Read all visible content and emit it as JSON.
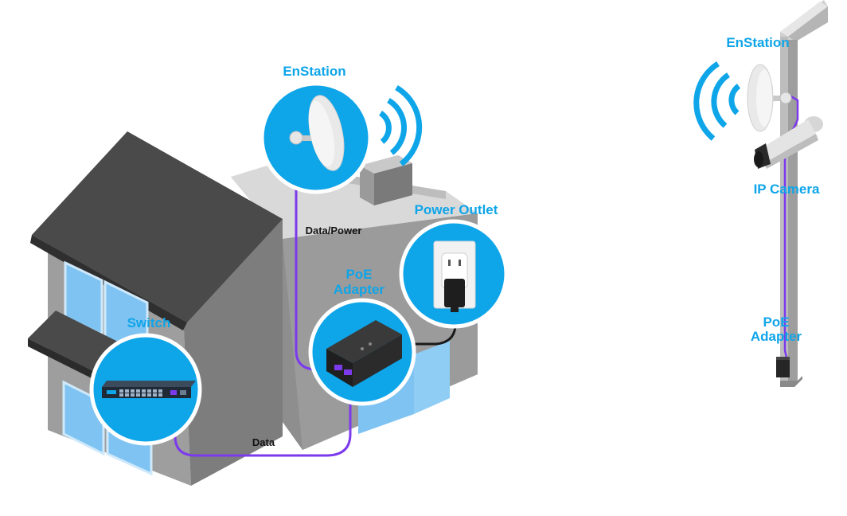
{
  "labels": {
    "enstation_house": "EnStation",
    "enstation_pole": "EnStation",
    "power_outlet": "Power Outlet",
    "poe_adapter_house_line1": "PoE",
    "poe_adapter_house_line2": "Adapter",
    "switch": "Switch",
    "ip_camera": "IP Camera",
    "poe_adapter_pole_line1": "PoE",
    "poe_adapter_pole_line2": "Adapter",
    "data_power": "Data/Power",
    "data": "Data"
  },
  "colors": {
    "accent": "#0ea5e9",
    "circle_fill": "#0ea5e9",
    "cable": "#7c3aed",
    "roof": "#4a4a4a",
    "wall": "#9a9a9a",
    "window": "#7fc3f2"
  },
  "icons": [
    "wifi-signal-icon",
    "dish-antenna-icon",
    "power-plug-icon",
    "network-switch-icon",
    "poe-box-icon",
    "camera-icon"
  ]
}
